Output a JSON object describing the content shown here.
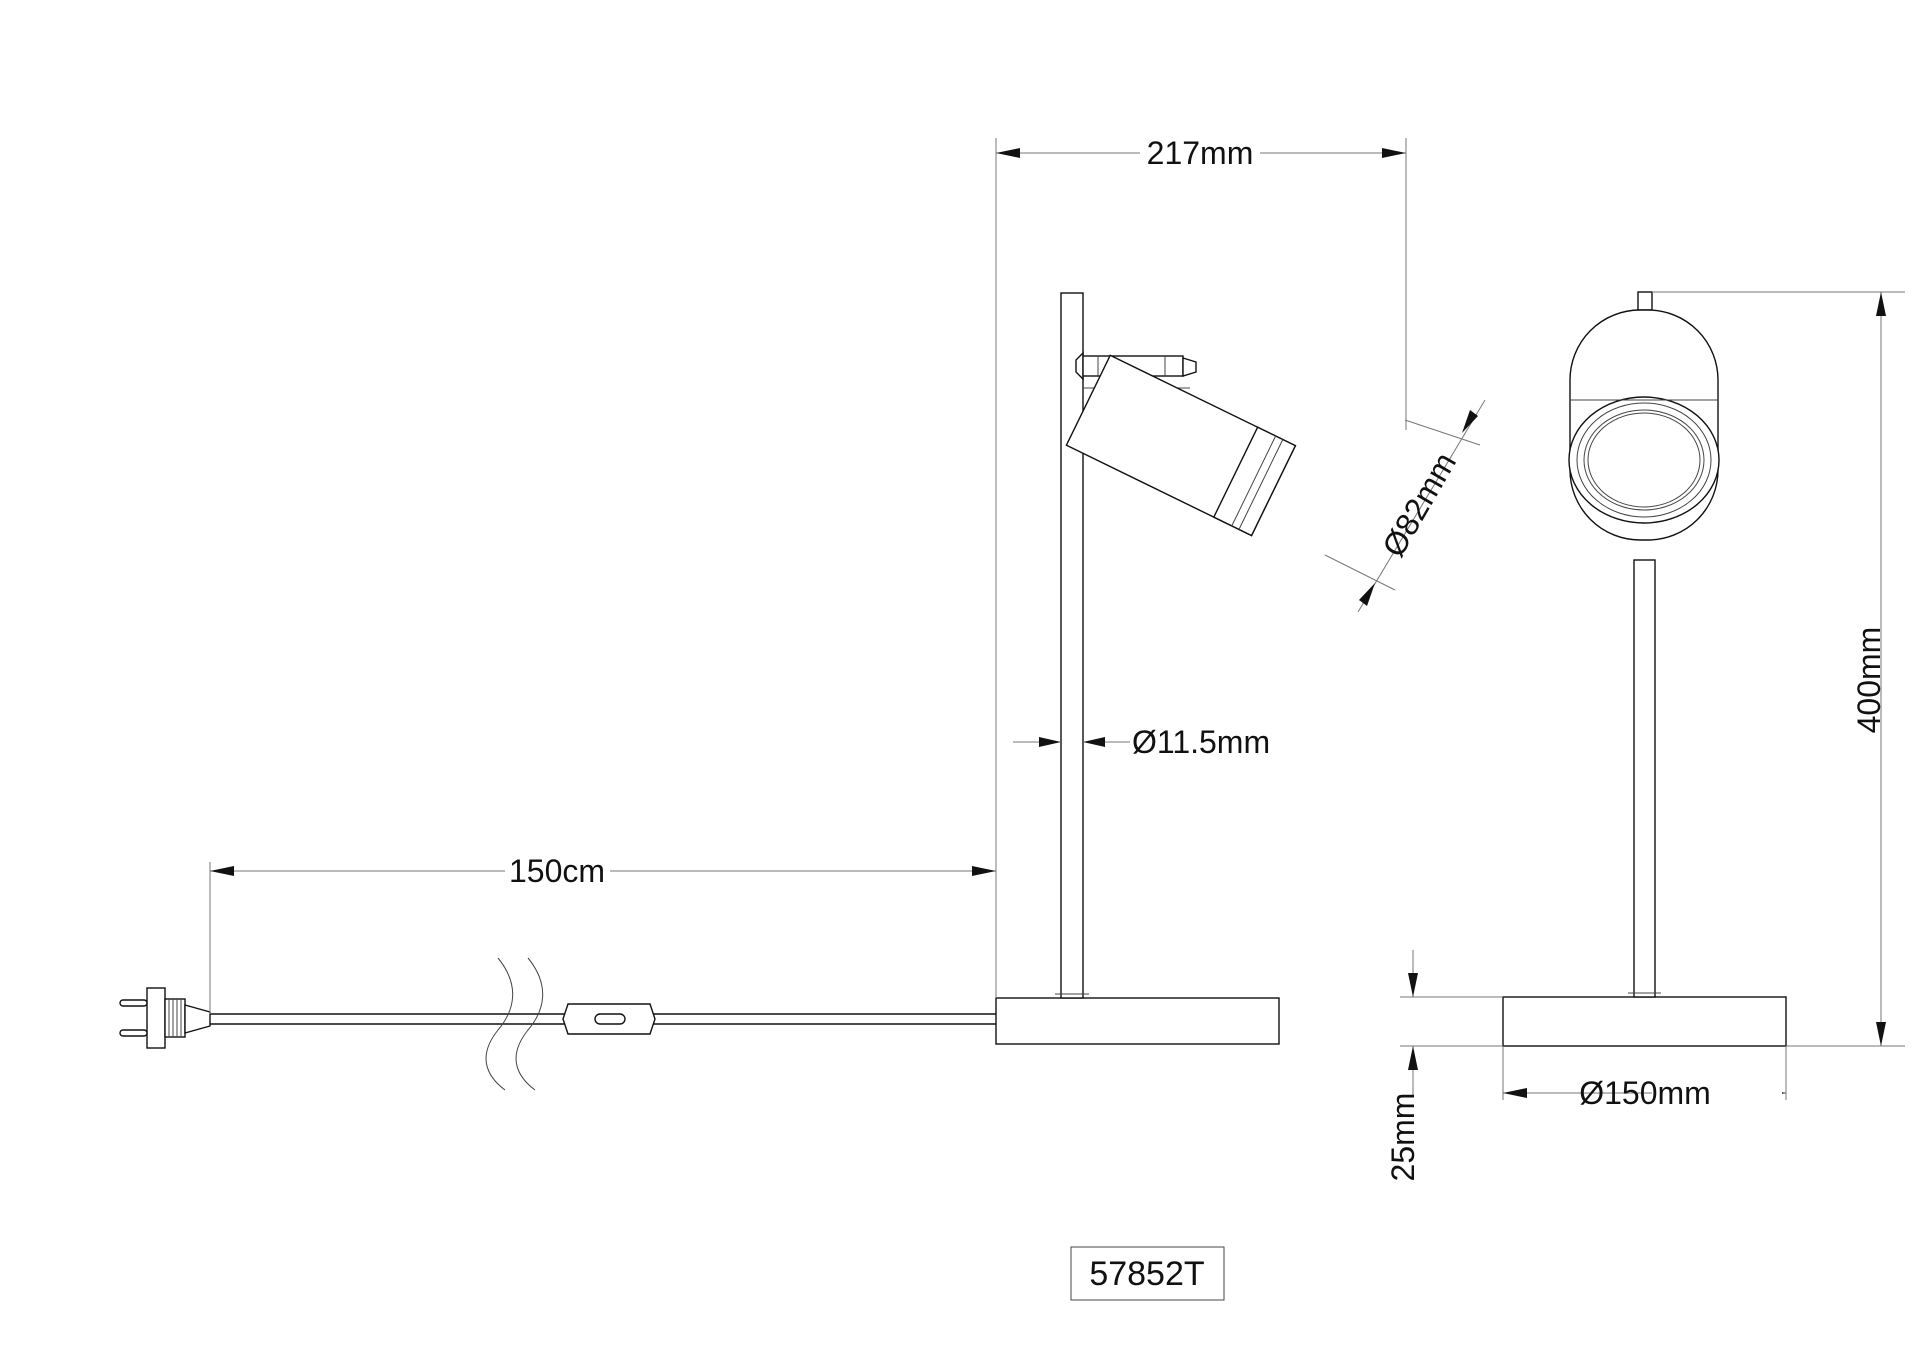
{
  "dimensions": {
    "width_total": "217mm",
    "shade_diameter": "Ø82mm",
    "stem_diameter": "Ø11.5mm",
    "cable_length": "150cm",
    "height_total": "400mm",
    "base_height": "25mm",
    "base_diameter": "Ø150mm"
  },
  "model_number": "57852T"
}
